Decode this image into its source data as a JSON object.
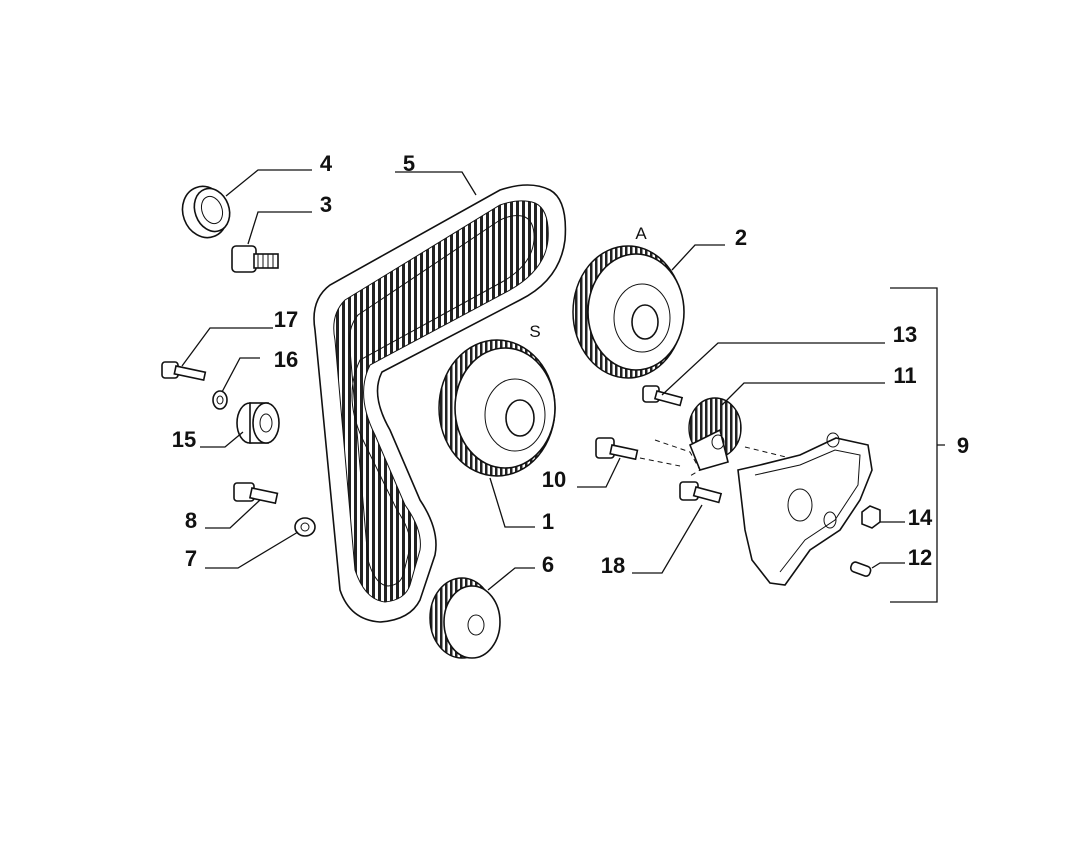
{
  "diagram": {
    "callouts": {
      "c1": "1",
      "c2": "2",
      "c3": "3",
      "c4": "4",
      "c5": "5",
      "c6": "6",
      "c7": "7",
      "c8": "8",
      "c9": "9",
      "c10": "10",
      "c11": "11",
      "c12": "12",
      "c13": "13",
      "c14": "14",
      "c15": "15",
      "c16": "16",
      "c17": "17",
      "c18": "18"
    },
    "pulley_marks": {
      "exhaust": "S",
      "intake": "A"
    }
  }
}
